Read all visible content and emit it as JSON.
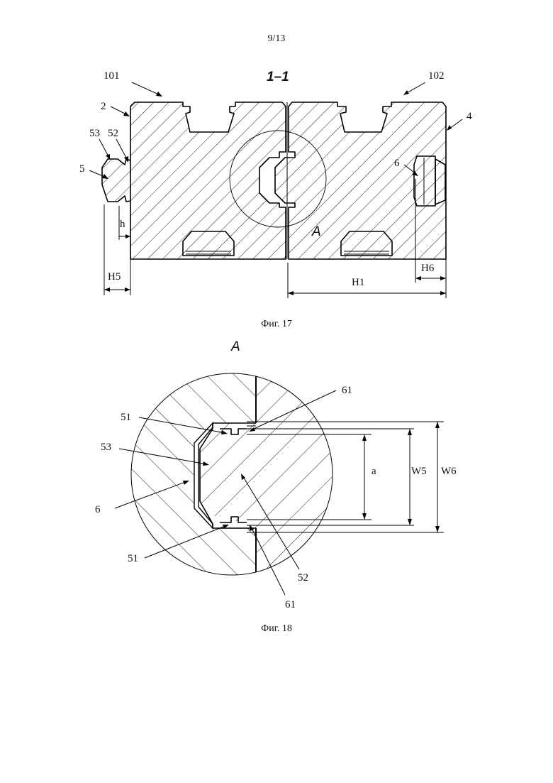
{
  "page": {
    "number": "9/13"
  },
  "figure17": {
    "caption": "Фиг. 17",
    "section_label": "1–1",
    "detail_label": "A",
    "refs": {
      "r101": "101",
      "r102": "102",
      "r2": "2",
      "r4": "4",
      "r53": "53",
      "r52": "52",
      "r5": "5",
      "r6": "6",
      "h": "h",
      "H5": "H5",
      "H6": "H6",
      "H1": "H1"
    }
  },
  "figure18": {
    "caption": "Фиг. 18",
    "title": "A",
    "refs": {
      "r61_top": "61",
      "r51_top": "51",
      "r53": "53",
      "r6": "6",
      "r51_bottom": "51",
      "r52": "52",
      "r61_bottom": "61",
      "a": "a",
      "W5": "W5",
      "W6": "W6"
    }
  }
}
